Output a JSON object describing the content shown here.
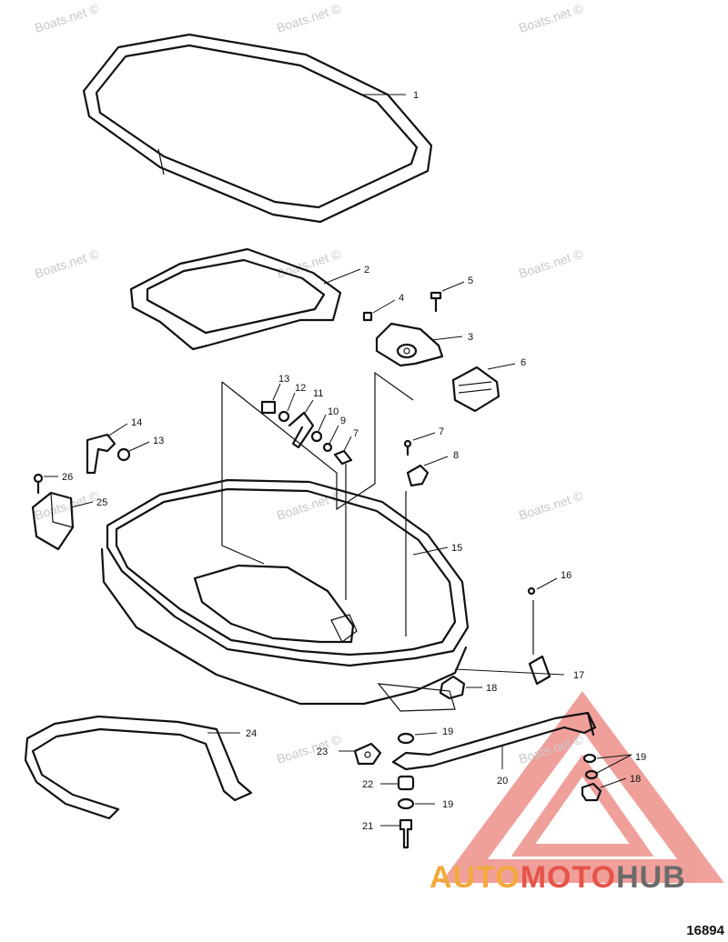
{
  "watermarks": [
    {
      "id": "wm1",
      "text": "Boats.net ©"
    },
    {
      "id": "wm2",
      "text": "Boats.net ©"
    },
    {
      "id": "wm3",
      "text": "Boats.net ©"
    },
    {
      "id": "wm4",
      "text": "Boats.net ©"
    },
    {
      "id": "wm5",
      "text": "Boats.net ©"
    },
    {
      "id": "wm6",
      "text": "Boats.net ©"
    },
    {
      "id": "wm7",
      "text": "Boats.net ©"
    },
    {
      "id": "wm8",
      "text": "Boats.net ©"
    },
    {
      "id": "wm9",
      "text": "Boats.net ©"
    },
    {
      "id": "wm10",
      "text": "Boats.net ©"
    },
    {
      "id": "wm11",
      "text": "Boats.net ©"
    }
  ],
  "callouts": [
    {
      "id": "c1",
      "text": "1"
    },
    {
      "id": "c2",
      "text": "2"
    },
    {
      "id": "c3",
      "text": "3"
    },
    {
      "id": "c4",
      "text": "4"
    },
    {
      "id": "c5",
      "text": "5"
    },
    {
      "id": "c6",
      "text": "6"
    },
    {
      "id": "c7a",
      "text": "7"
    },
    {
      "id": "c7b",
      "text": "7"
    },
    {
      "id": "c8",
      "text": "8"
    },
    {
      "id": "c9",
      "text": "9"
    },
    {
      "id": "c10",
      "text": "10"
    },
    {
      "id": "c11",
      "text": "11"
    },
    {
      "id": "c12",
      "text": "12"
    },
    {
      "id": "c13a",
      "text": "13"
    },
    {
      "id": "c13b",
      "text": "13"
    },
    {
      "id": "c14",
      "text": "14"
    },
    {
      "id": "c15",
      "text": "15"
    },
    {
      "id": "c16",
      "text": "16"
    },
    {
      "id": "c17",
      "text": "17"
    },
    {
      "id": "c18a",
      "text": "18"
    },
    {
      "id": "c18b",
      "text": "18"
    },
    {
      "id": "c19a",
      "text": "19"
    },
    {
      "id": "c19b",
      "text": "19"
    },
    {
      "id": "c19c",
      "text": "19"
    },
    {
      "id": "c20",
      "text": "20"
    },
    {
      "id": "c21",
      "text": "21"
    },
    {
      "id": "c22",
      "text": "22"
    },
    {
      "id": "c23",
      "text": "23"
    },
    {
      "id": "c24",
      "text": "24"
    },
    {
      "id": "c25",
      "text": "25"
    },
    {
      "id": "c26",
      "text": "26"
    }
  ],
  "figure_number": "16894",
  "brand": {
    "part1": "AUTO",
    "part2": "MOTO",
    "part3": "HUB"
  },
  "colors": {
    "logo_red": "#e5544a",
    "logo_orange": "#f2a93b",
    "logo_gray": "#6b6b6b",
    "watermark": "#c8c8c8"
  }
}
